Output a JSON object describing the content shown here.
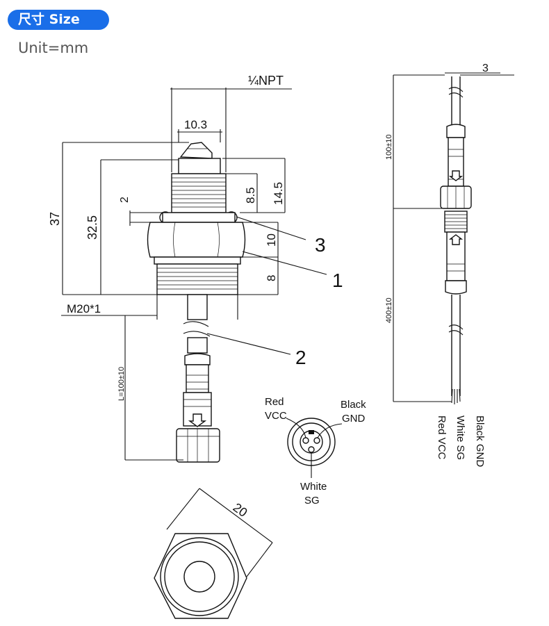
{
  "header": {
    "title": "尺寸 Size",
    "unit": "Unit=mm"
  },
  "dimensions": {
    "npt": "¼NPT",
    "d10_3": "10.3",
    "d37": "37",
    "d32_5": "32.5",
    "d2": "2",
    "d8_5": "8.5",
    "d14_5": "14.5",
    "d10": "10",
    "d8": "8",
    "m20": "M20*1",
    "cable_len": "L=100±10",
    "d20": "20",
    "d3": "3",
    "len100": "100±10",
    "len400": "400±10"
  },
  "callouts": {
    "c1": "1",
    "c2": "2",
    "c3": "3"
  },
  "connector": {
    "red_a": "Red",
    "red_b": "VCC",
    "black_a": "Black",
    "black_b": "GND",
    "white_a": "White",
    "white_b": "SG"
  },
  "wires": [
    "Black GND",
    "White SG",
    "Red VCC"
  ]
}
